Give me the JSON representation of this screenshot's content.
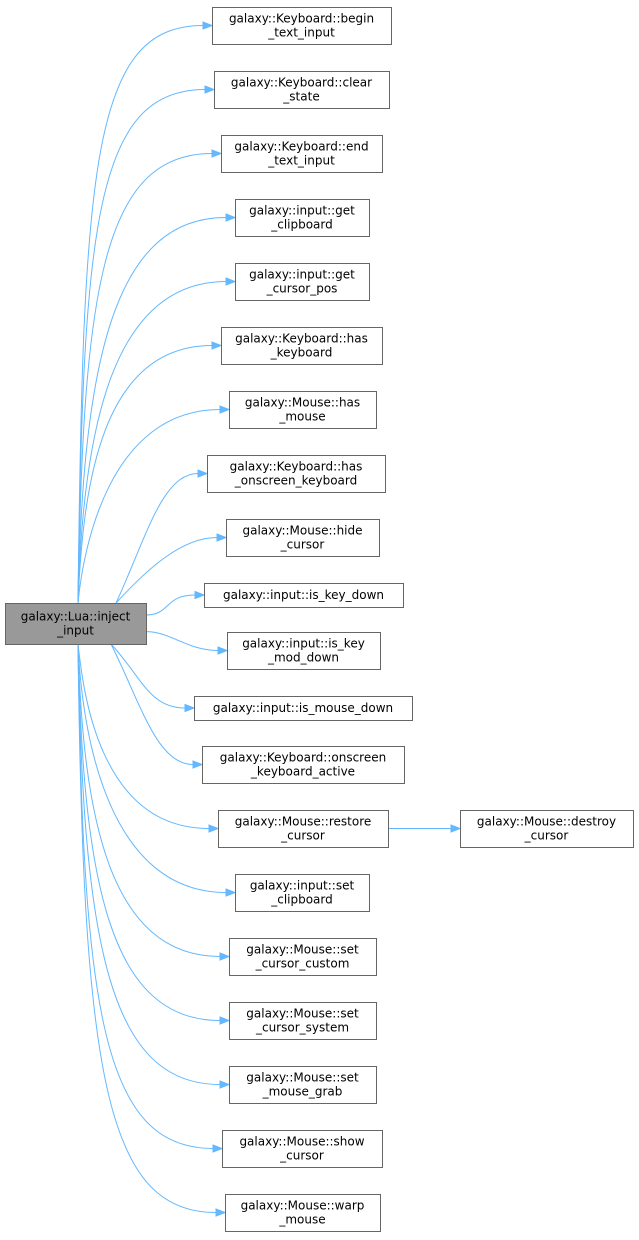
{
  "graph": {
    "root": {
      "id": "root",
      "lines": [
        "galaxy::Lua::inject",
        "_input"
      ]
    },
    "nodes": [
      {
        "id": "n1",
        "lines": [
          "galaxy::Keyboard::begin",
          "_text_input"
        ]
      },
      {
        "id": "n2",
        "lines": [
          "galaxy::Keyboard::clear",
          "_state"
        ]
      },
      {
        "id": "n3",
        "lines": [
          "galaxy::Keyboard::end",
          "_text_input"
        ]
      },
      {
        "id": "n4",
        "lines": [
          "galaxy::input::get",
          "_clipboard"
        ]
      },
      {
        "id": "n5",
        "lines": [
          "galaxy::input::get",
          "_cursor_pos"
        ]
      },
      {
        "id": "n6",
        "lines": [
          "galaxy::Keyboard::has",
          "_keyboard"
        ]
      },
      {
        "id": "n7",
        "lines": [
          "galaxy::Mouse::has",
          "_mouse"
        ]
      },
      {
        "id": "n8",
        "lines": [
          "galaxy::Keyboard::has",
          "_onscreen_keyboard"
        ]
      },
      {
        "id": "n9",
        "lines": [
          "galaxy::Mouse::hide",
          "_cursor"
        ]
      },
      {
        "id": "n10",
        "lines": [
          "galaxy::input::is_key_down"
        ]
      },
      {
        "id": "n11",
        "lines": [
          "galaxy::input::is_key",
          "_mod_down"
        ]
      },
      {
        "id": "n12",
        "lines": [
          "galaxy::input::is_mouse_down"
        ]
      },
      {
        "id": "n13",
        "lines": [
          "galaxy::Keyboard::onscreen",
          "_keyboard_active"
        ]
      },
      {
        "id": "n14",
        "lines": [
          "galaxy::Mouse::restore",
          "_cursor"
        ]
      },
      {
        "id": "n15",
        "lines": [
          "galaxy::input::set",
          "_clipboard"
        ]
      },
      {
        "id": "n16",
        "lines": [
          "galaxy::Mouse::set",
          "_cursor_custom"
        ]
      },
      {
        "id": "n17",
        "lines": [
          "galaxy::Mouse::set",
          "_cursor_system"
        ]
      },
      {
        "id": "n18",
        "lines": [
          "galaxy::Mouse::set",
          "_mouse_grab"
        ]
      },
      {
        "id": "n19",
        "lines": [
          "galaxy::Mouse::show",
          "_cursor"
        ]
      },
      {
        "id": "n20",
        "lines": [
          "galaxy::Mouse::warp",
          "_mouse"
        ]
      },
      {
        "id": "n21",
        "lines": [
          "galaxy::Mouse::destroy",
          "_cursor"
        ]
      }
    ],
    "edges": [
      [
        "root",
        "n1"
      ],
      [
        "root",
        "n2"
      ],
      [
        "root",
        "n3"
      ],
      [
        "root",
        "n4"
      ],
      [
        "root",
        "n5"
      ],
      [
        "root",
        "n6"
      ],
      [
        "root",
        "n7"
      ],
      [
        "root",
        "n8"
      ],
      [
        "root",
        "n9"
      ],
      [
        "root",
        "n10"
      ],
      [
        "root",
        "n11"
      ],
      [
        "root",
        "n12"
      ],
      [
        "root",
        "n13"
      ],
      [
        "root",
        "n14"
      ],
      [
        "root",
        "n15"
      ],
      [
        "root",
        "n16"
      ],
      [
        "root",
        "n17"
      ],
      [
        "root",
        "n18"
      ],
      [
        "root",
        "n19"
      ],
      [
        "root",
        "n20"
      ],
      [
        "n14",
        "n21"
      ]
    ]
  },
  "colors": {
    "edge": "#63b8ff",
    "node_border": "#666666",
    "root_fill": "#999999",
    "node_fill": "#ffffff"
  }
}
